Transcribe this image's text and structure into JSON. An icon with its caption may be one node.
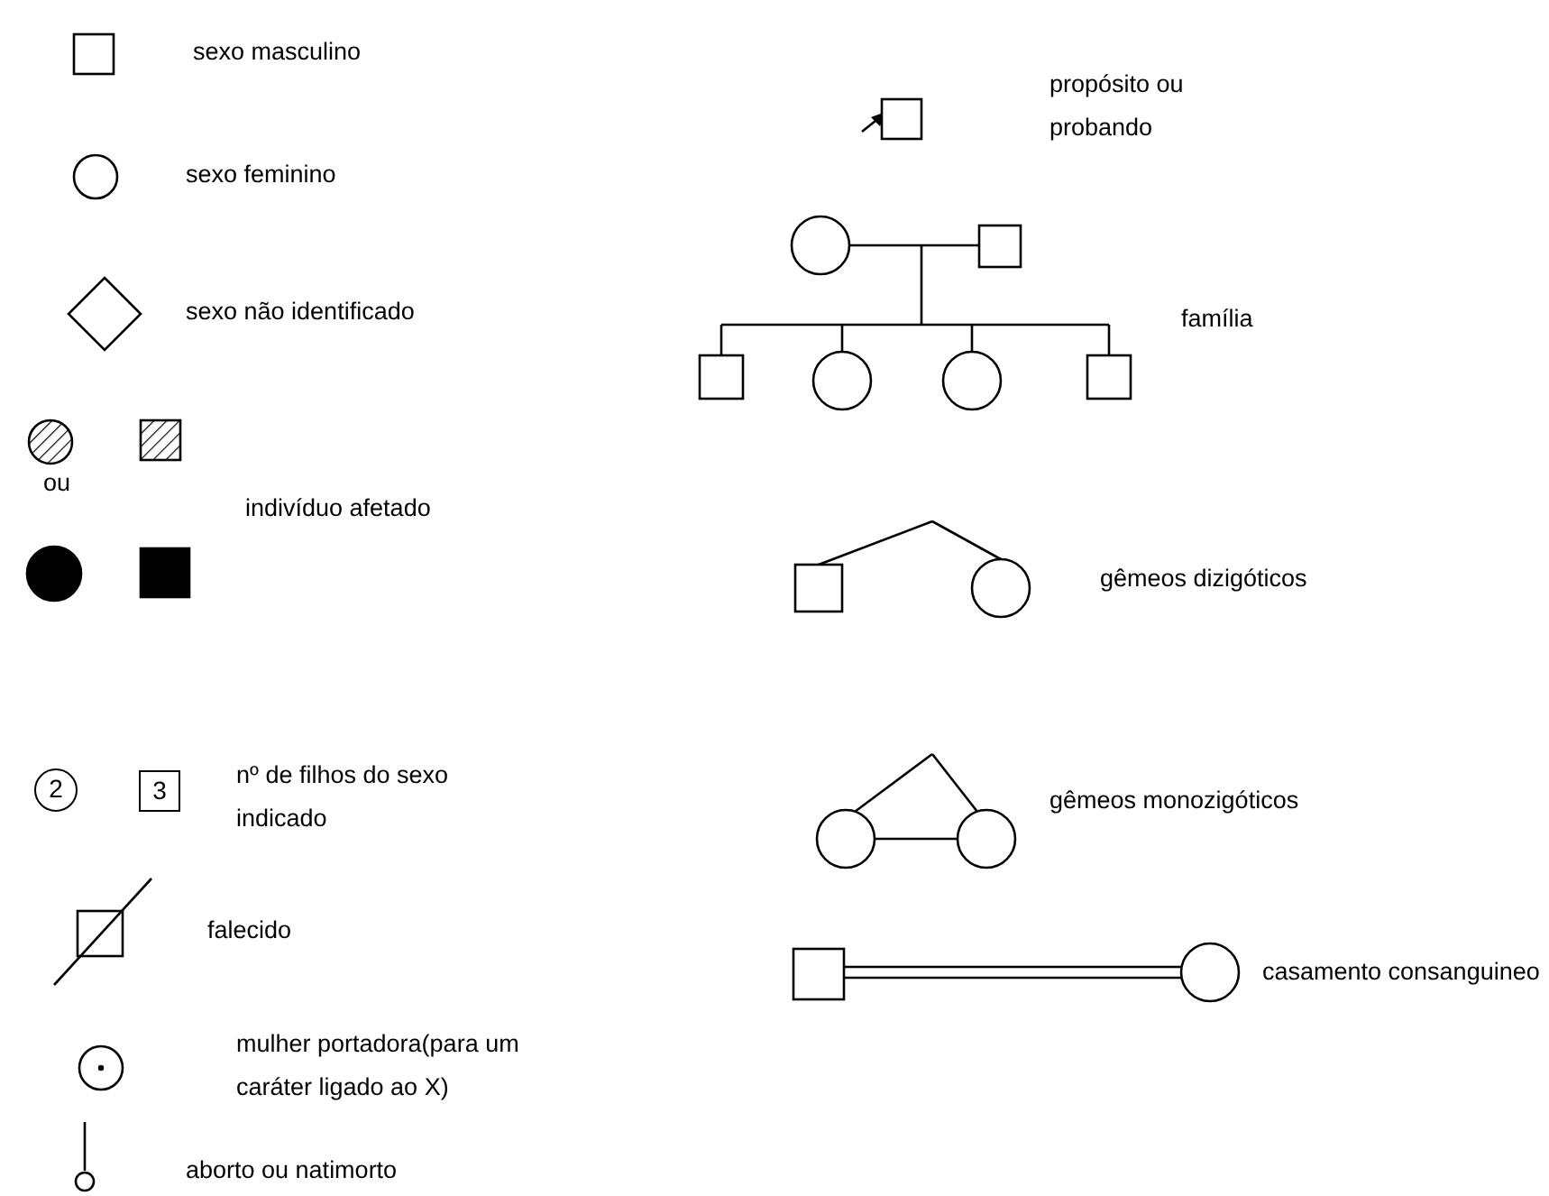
{
  "diagram": {
    "nodes": [
      {
        "text": [
          "2"
        ]
      },
      {
        "text": [
          "3"
        ]
      }
    ],
    "labels": [
      "ou"
    ],
    "legend": [
      {
        "text": "sexo masculino"
      },
      {
        "text": "sexo feminino"
      },
      {
        "text": "sexo não identificado"
      },
      {
        "text": "indivíduo afetado"
      },
      {
        "text": "nº de filhos do sexo indicado"
      },
      {
        "text": "falecido"
      },
      {
        "text": "mulher portadora(para um caráter ligado ao X)"
      },
      {
        "text": "aborto ou natimorto"
      },
      {
        "text": "propósito ou probando"
      },
      {
        "text": "família"
      },
      {
        "text": "gêmeos dizigóticos"
      },
      {
        "text": "gêmeos monozigóticos"
      },
      {
        "text": "casamento consanguineo"
      }
    ]
  }
}
